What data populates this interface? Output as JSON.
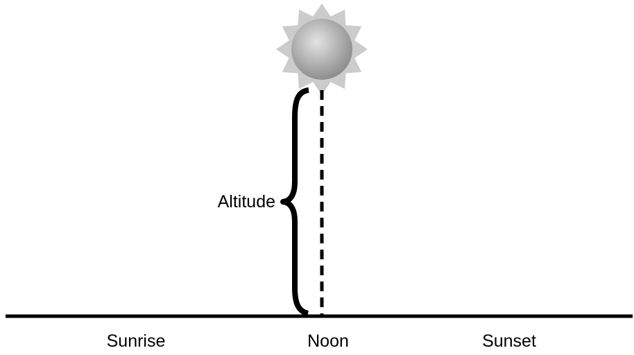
{
  "diagram": {
    "altitude_label": "Altitude",
    "time_labels": {
      "sunrise": "Sunrise",
      "noon": "Noon",
      "sunset": "Sunset"
    }
  },
  "colors": {
    "line": "#000000",
    "sun_ray": "#cccccc",
    "sun_light": "#e3e3e3",
    "sun_dark": "#8e8e8e",
    "background": "#ffffff"
  },
  "icons": {
    "sun": "sun-icon"
  }
}
